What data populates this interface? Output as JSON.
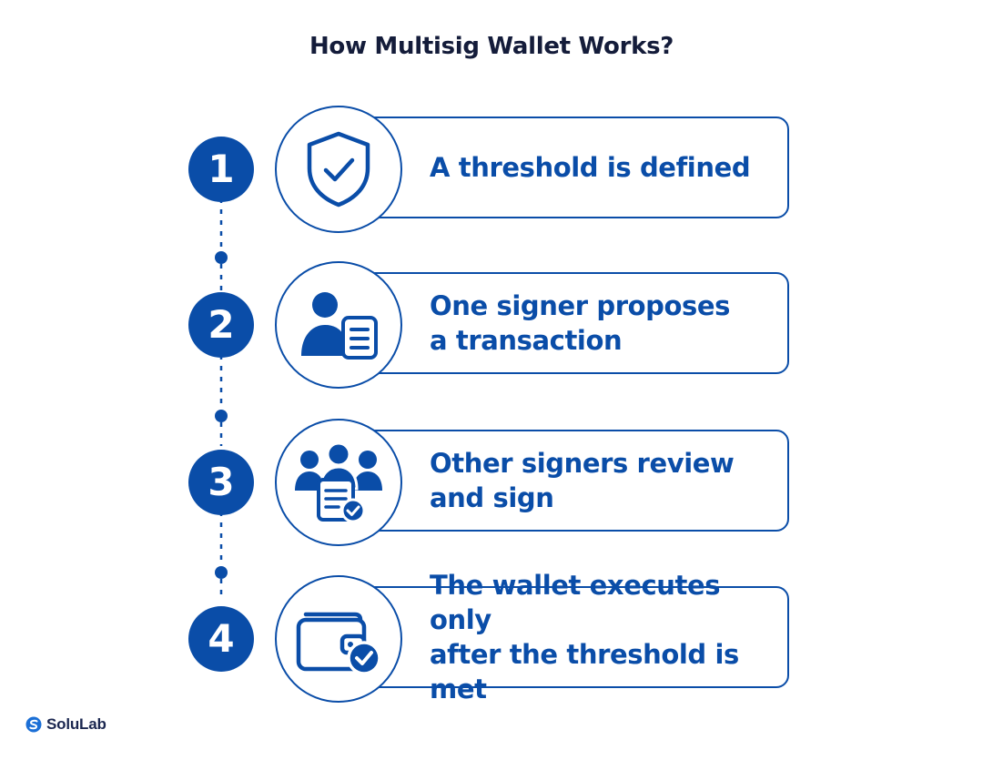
{
  "title": "How Multisig Wallet Works?",
  "steps": [
    {
      "number": "1",
      "text": "A threshold is defined",
      "icon": "shield-check-icon"
    },
    {
      "number": "2",
      "text": "One signer proposes\na transaction",
      "icon": "signer-document-icon"
    },
    {
      "number": "3",
      "text": "Other signers review\nand sign",
      "icon": "group-document-check-icon"
    },
    {
      "number": "4",
      "text": "The wallet executes only\nafter the threshold is met",
      "icon": "wallet-check-icon"
    }
  ],
  "brand": {
    "name": "SoluLab",
    "icon": "solulab-logo-icon"
  },
  "colors": {
    "primary": "#0a4da8",
    "title": "#141c3a",
    "background": "#ffffff"
  }
}
